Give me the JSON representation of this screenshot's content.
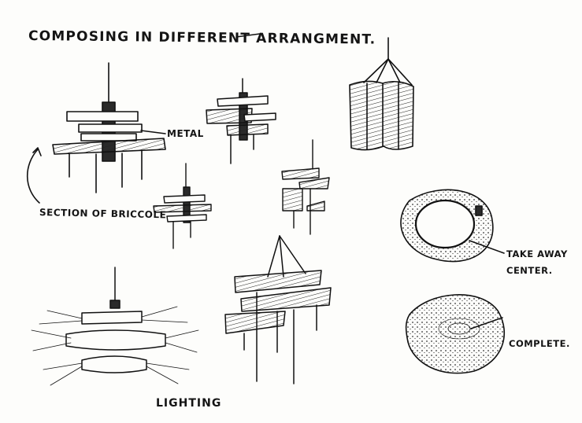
{
  "sketch": {
    "title": "COMPOSING IN DIFFERENT ARRANGMENT.",
    "labels": {
      "metal": "METAL",
      "section": "SECTION OF BRICCOLE",
      "lighting": "LIGHTING",
      "take_away_line1": "TAKE AWAY",
      "take_away_line2": "CENTER.",
      "complete": "COMPLETE."
    }
  }
}
